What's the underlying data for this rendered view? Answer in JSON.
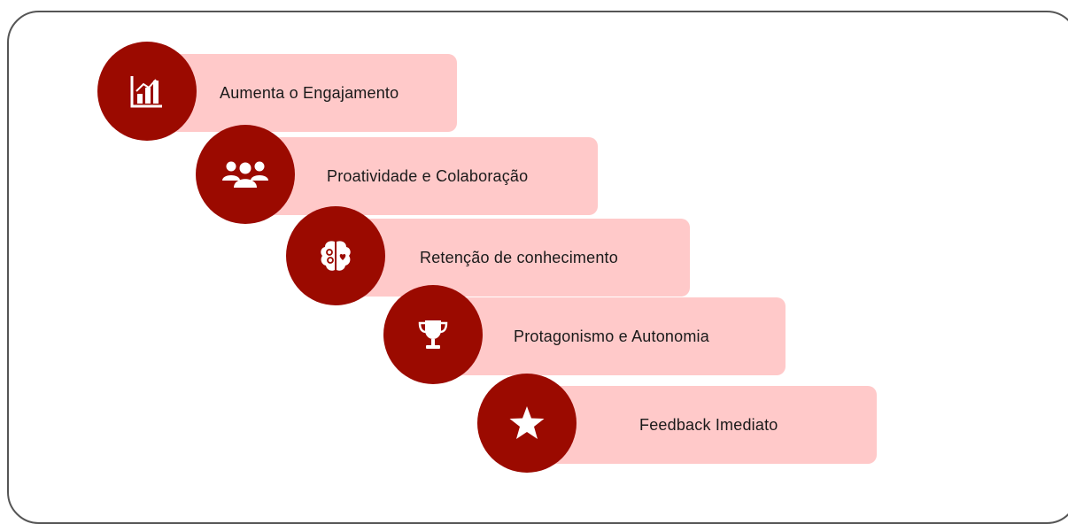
{
  "colors": {
    "circle": "#9b0a00",
    "bar": "#ffc9c9",
    "border": "#555555"
  },
  "steps": [
    {
      "label": "Aumenta o Engajamento",
      "icon": "bar-chart-icon"
    },
    {
      "label": "Proatividade e Colaboração",
      "icon": "people-icon"
    },
    {
      "label": "Retenção de conhecimento",
      "icon": "brain-icon"
    },
    {
      "label": "Protagonismo e Autonomia",
      "icon": "trophy-icon"
    },
    {
      "label": "Feedback Imediato",
      "icon": "star-icon"
    }
  ]
}
